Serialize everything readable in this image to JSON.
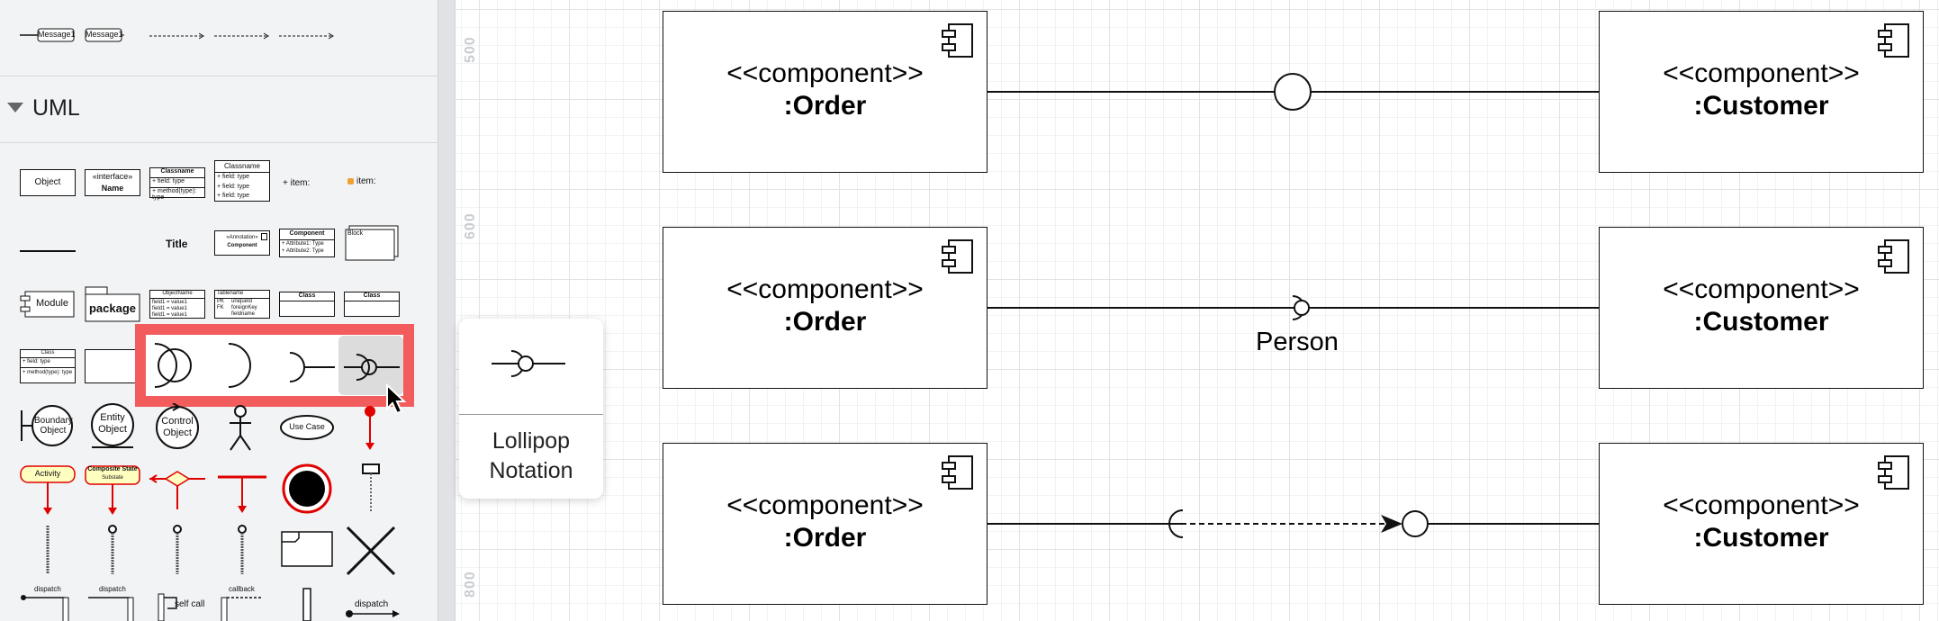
{
  "sidebar": {
    "top_row": {
      "message_1": "Message1",
      "message_2": "Message1"
    },
    "uml_section_title": "UML",
    "shapes": {
      "object": "Object",
      "interface_stereo": "«interface»",
      "interface_name": "Name",
      "classname_a": "Classname",
      "classname_b": "Classname",
      "field_type": "+ field: type",
      "method_type": "+ method(type): type",
      "item_a": "+ item:",
      "item_b": "item:",
      "title": "Title",
      "annotation_stereo": "«Annotation»",
      "annotation_name": "Component",
      "component": "Component",
      "attribute_1": "+ Attribute1: Type",
      "attribute_2": "+ Attribute2: Type",
      "block": "Block",
      "module": "Module",
      "package": "package",
      "object_name": "ObjectName",
      "field_value": "field1 = value1",
      "table_name": "Tablename",
      "pk": "PK",
      "fk": "FK",
      "unique_id": "uniqueId",
      "foreign_key": "foreignKey",
      "field_name": "fieldname",
      "class_a": "Class",
      "class_b": "Class",
      "boundary_object": "Boundary Object",
      "entity_object": "Entity Object",
      "control_object": "Control Object",
      "use_case": "Use Case",
      "activity": "Activity",
      "composite_state": "Composite State",
      "sub_state": "Substate",
      "dispatch_a": "dispatch",
      "dispatch_b": "dispatch",
      "callback": "callback",
      "self_call": "self call",
      "dispatch_c": "dispatch"
    }
  },
  "tooltip": {
    "label_line1": "Lollipop",
    "label_line2": "Notation"
  },
  "canvas": {
    "ruler_ticks": [
      "500",
      "600",
      "800"
    ],
    "rows": [
      {
        "left": {
          "stereotype": "<<component>>",
          "name": ":Order"
        },
        "right": {
          "stereotype": "<<component>>",
          "name": ":Customer"
        },
        "connector": "provided-interface",
        "label": ""
      },
      {
        "left": {
          "stereotype": "<<component>>",
          "name": ":Order"
        },
        "right": {
          "stereotype": "<<component>>",
          "name": ":Customer"
        },
        "connector": "lollipop",
        "label": "Person"
      },
      {
        "left": {
          "stereotype": "<<component>>",
          "name": ":Order"
        },
        "right": {
          "stereotype": "<<component>>",
          "name": ":Customer"
        },
        "connector": "dependency",
        "label": ""
      }
    ]
  },
  "colors": {
    "highlight": "#f25c5c",
    "activity_fill": "#ffffc0",
    "red": "#e00000"
  }
}
